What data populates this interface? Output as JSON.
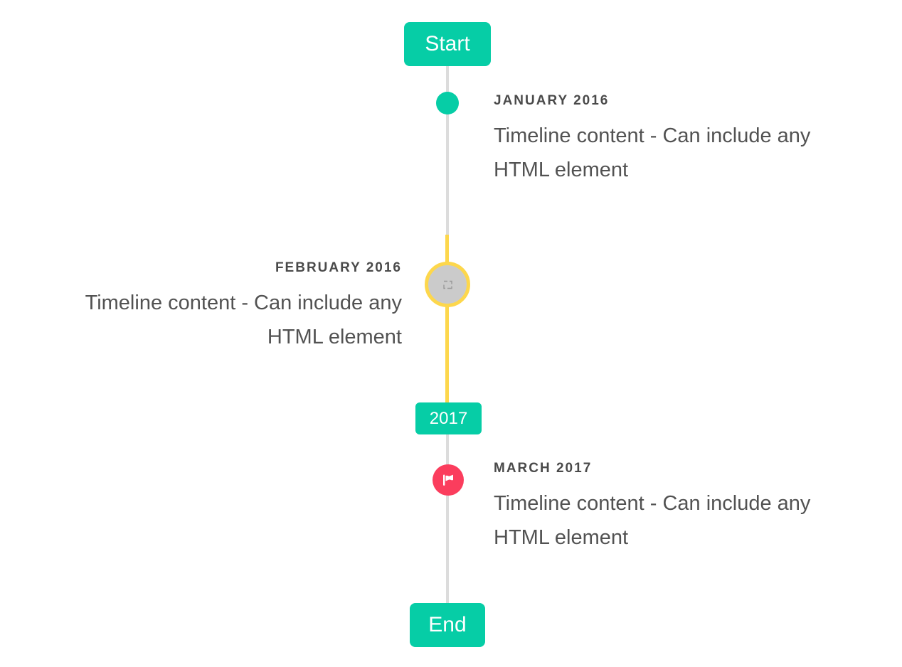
{
  "timeline": {
    "start_label": "Start",
    "year_badge": "2017",
    "end_label": "End",
    "colors": {
      "accent_teal": "#06cda6",
      "accent_yellow": "#fdd74c",
      "accent_red": "#fb3d5d",
      "line_gray": "#dcdcdc",
      "image_circle_fill": "#cbcbcb",
      "heading_text": "#4a4a4a",
      "body_text": "#525252"
    },
    "items": [
      {
        "title": "JANUARY 2016",
        "content": "Timeline content - Can include any HTML element",
        "side": "right",
        "marker_icon": "teal-dot"
      },
      {
        "title": "FEBRUARY 2016",
        "content": "Timeline content - Can include any HTML element",
        "side": "left",
        "marker_icon": "broken-image"
      },
      {
        "title": "MARCH 2017",
        "content": "Timeline content - Can include any HTML element",
        "side": "right",
        "marker_icon": "flag"
      }
    ]
  }
}
